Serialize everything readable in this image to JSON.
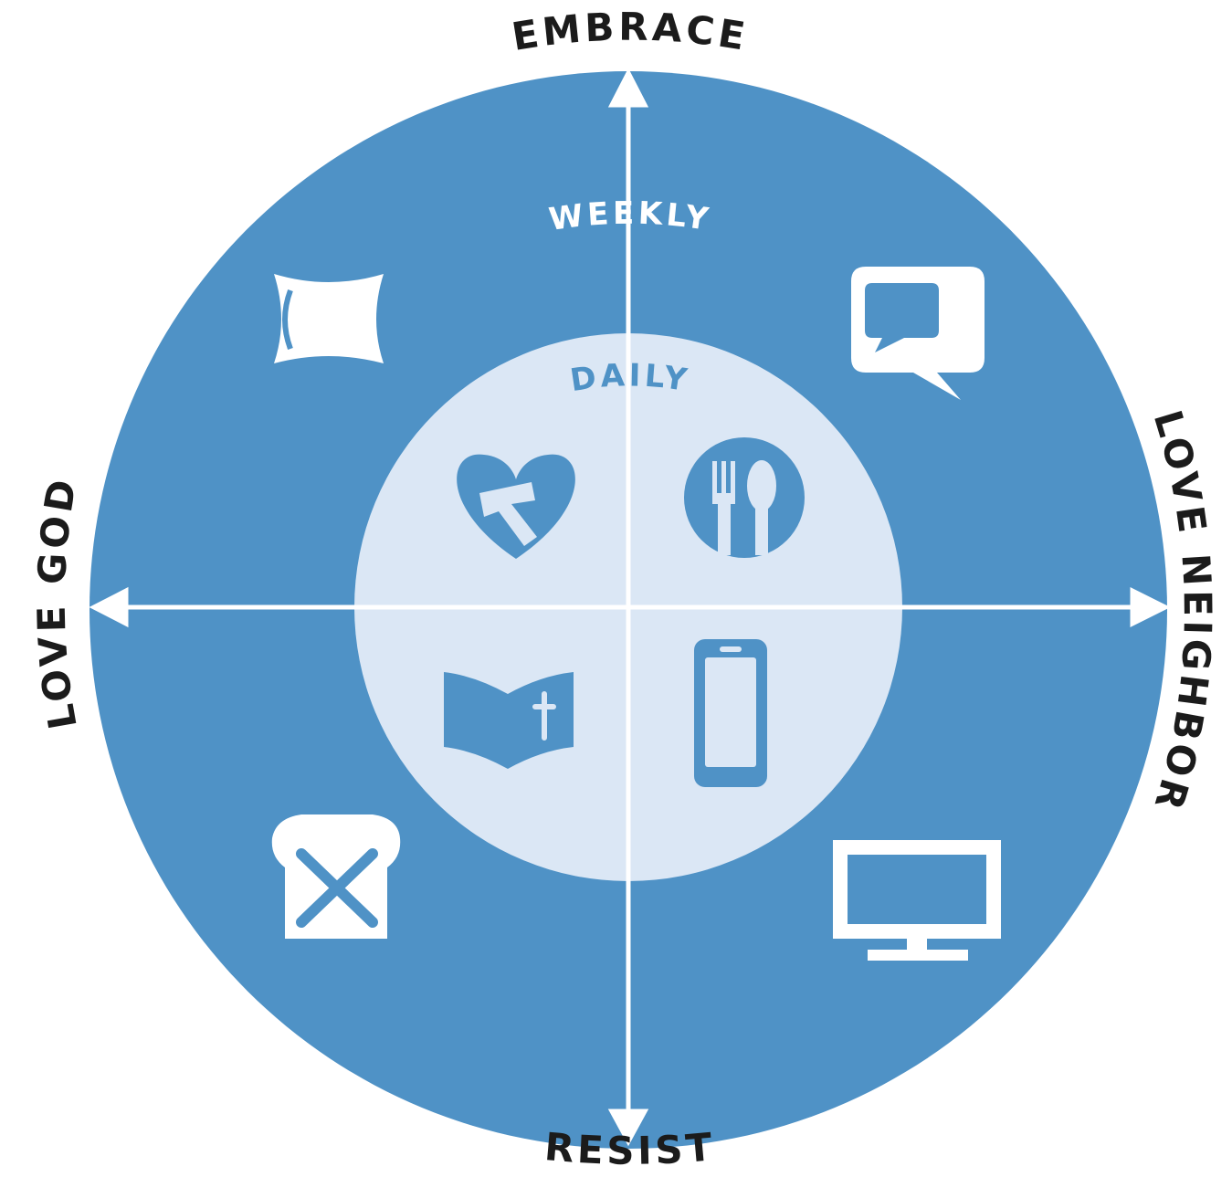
{
  "axes": {
    "top": "EMBRACE",
    "bottom": "RESIST",
    "left": "LOVE GOD",
    "right": "LOVE NEIGHBOR"
  },
  "rings": {
    "outer": "WEEKLY",
    "inner": "DAILY"
  },
  "icons": {
    "weekly_top_left": "pillow-icon",
    "weekly_top_right": "speech-bubble-icon",
    "weekly_bottom_left": "bread-crossed-icon",
    "weekly_bottom_right": "monitor-icon",
    "daily_top_left": "heart-hammer-icon",
    "daily_top_right": "fork-spoon-icon",
    "daily_bottom_left": "bible-icon",
    "daily_bottom_right": "phone-icon"
  },
  "colors": {
    "outer_circle": "#4f92c6",
    "inner_circle": "#dbe7f5",
    "axis_lines": "#ffffff",
    "label_text": "#1b1b1b",
    "daily_text": "#4f92c6"
  }
}
